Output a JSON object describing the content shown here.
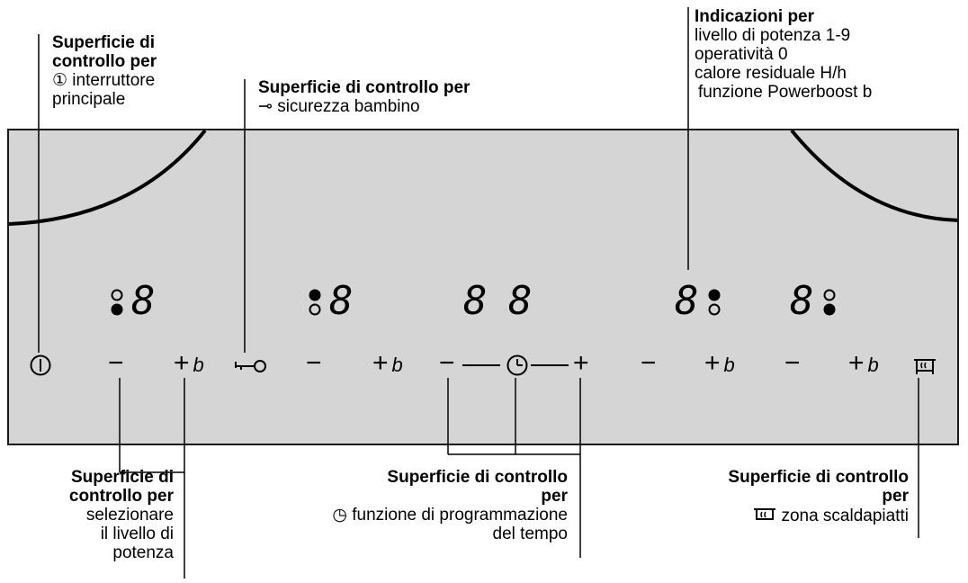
{
  "labels": {
    "main_switch": {
      "title": "Superficie di controllo per",
      "text1": "① interruttore",
      "text2": "principale"
    },
    "child_lock": {
      "title": "Superficie di controllo per",
      "text": "sicurezza bambino"
    },
    "indications": {
      "title": "Indicazioni per",
      "line1": "livello di potenza 1-9",
      "line2": "operatività 0",
      "line3": "calore residuale H/h",
      "line4": "funzione Powerboost b"
    },
    "power_level": {
      "title": "Superficie di controllo per",
      "text1": "selezionare",
      "text2": "il livello di",
      "text3": "potenza"
    },
    "timer": {
      "title1": "Superficie di controllo",
      "title2": "per",
      "text1": "funzione di programmazione",
      "text2": "del tempo"
    },
    "warming": {
      "title1": "Superficie di controllo",
      "title2": "per",
      "text": "zona scaldapiatti"
    }
  },
  "panel": {
    "digit": "8",
    "minus": "−",
    "plus": "+",
    "boost": "b"
  },
  "icons": [
    "power-icon",
    "key-icon",
    "clock-icon",
    "warming-zone-icon"
  ]
}
